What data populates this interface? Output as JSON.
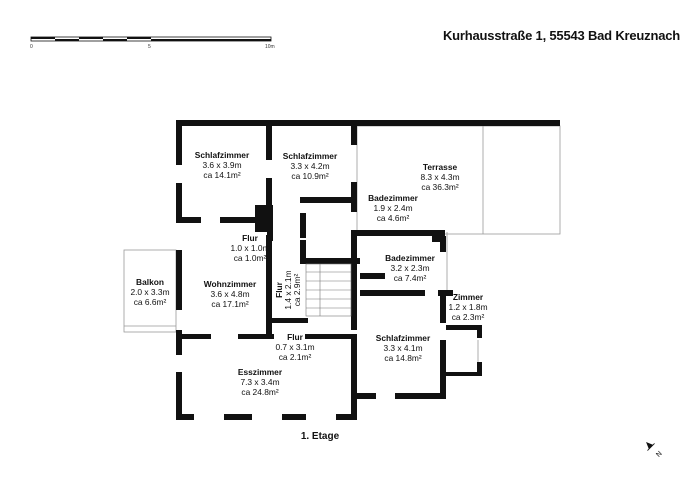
{
  "header": {
    "address": "Kurhausstraße 1, 55543 Bad Kreuznach"
  },
  "scale_bar": {
    "labels": [
      "0",
      "5",
      "10m"
    ]
  },
  "floor_label": "1. Etage",
  "compass": {
    "label": "N",
    "icon": "north-arrow-icon"
  },
  "rooms": [
    {
      "name": "Schlafzimmer",
      "size": "3.6 x 3.9m",
      "area": "ca 14.1m²"
    },
    {
      "name": "Schlafzimmer",
      "size": "3.3 x 4.2m",
      "area": "ca 10.9m²"
    },
    {
      "name": "Terrasse",
      "size": "8.3 x 4.3m",
      "area": "ca 36.3m²"
    },
    {
      "name": "Badezimmer",
      "size": "1.9 x 2.4m",
      "area": "ca 4.6m²"
    },
    {
      "name": "Flur",
      "size": "1.0 x 1.0m",
      "area": "ca 1.0m²"
    },
    {
      "name": "Badezimmer",
      "size": "3.2 x 2.3m",
      "area": "ca 7.4m²"
    },
    {
      "name": "Balkon",
      "size": "2.0 x 3.3m",
      "area": "ca 6.6m²"
    },
    {
      "name": "Wohnzimmer",
      "size": "3.6 x 4.8m",
      "area": "ca 17.1m²"
    },
    {
      "name": "Flur",
      "size": "1.4 x 2.1m",
      "area": "ca 2.9m²"
    },
    {
      "name": "Zimmer",
      "size": "1.2 x 1.8m",
      "area": "ca 2.3m²"
    },
    {
      "name": "Flur",
      "size": "0.7 x 3.1m",
      "area": "ca 2.1m²"
    },
    {
      "name": "Schlafzimmer",
      "size": "3.3 x 4.1m",
      "area": "ca 14.8m²"
    },
    {
      "name": "Esszimmer",
      "size": "7.3 x 3.4m",
      "area": "ca 24.8m²"
    }
  ]
}
